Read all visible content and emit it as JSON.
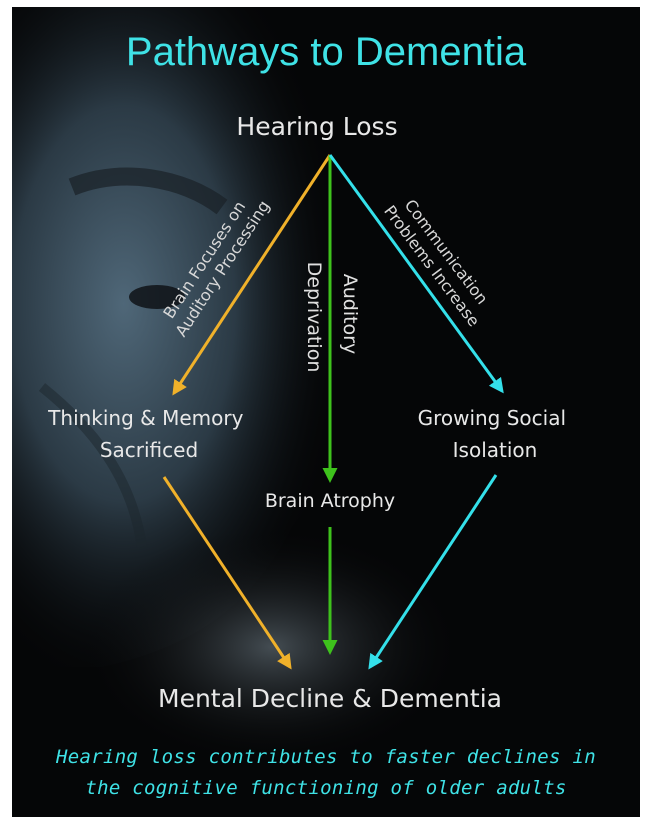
{
  "title": "Pathways to Dementia",
  "nodes": {
    "hearing_loss": "Hearing Loss",
    "thinking_memory": [
      "Thinking & Memory",
      "Sacrificed"
    ],
    "social_isolation": [
      "Growing Social",
      "Isolation"
    ],
    "brain_atrophy": "Brain Atrophy",
    "mental_decline": "Mental Decline & Dementia"
  },
  "edge_labels": {
    "left": [
      "Brain Focuses on",
      "Auditory Processing"
    ],
    "center": [
      "Auditory",
      "Deprivation"
    ],
    "right": [
      "Communication",
      "Problems Increase"
    ]
  },
  "footer": [
    "Hearing loss contributes to faster declines in",
    "the cognitive functioning of older adults"
  ],
  "colors": {
    "title": "#3fe2e6",
    "yellow_path": "#f0b12a",
    "green_path": "#3ec21c",
    "cyan_path": "#34e0ea",
    "node_text": "#e8e8e8",
    "background": "#050607"
  }
}
